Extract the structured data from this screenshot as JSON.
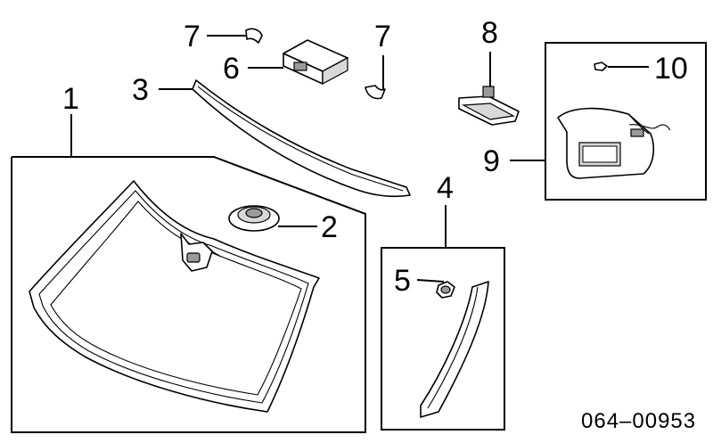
{
  "callouts": {
    "c1": "1",
    "c2": "2",
    "c3": "3",
    "c4": "4",
    "c5": "5",
    "c6": "6",
    "c7a": "7",
    "c7b": "7",
    "c8": "8",
    "c9": "9",
    "c10": "10"
  },
  "diagram_code": "064–00953"
}
